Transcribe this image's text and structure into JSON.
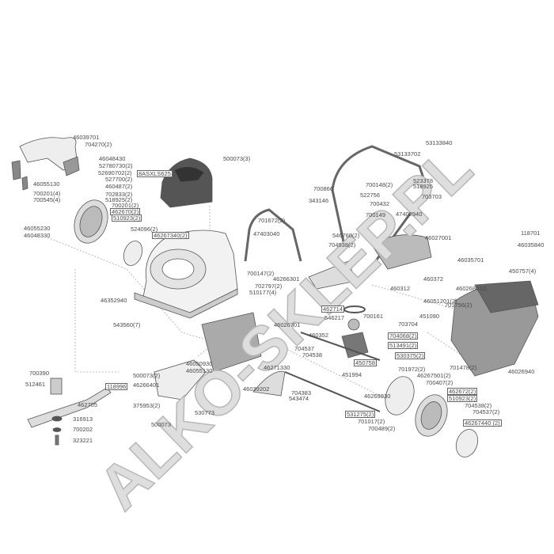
{
  "diagram": {
    "title": "Exploded parts diagram - lawn mower",
    "watermark": "ALKO-SKLEP.PL"
  },
  "labels": {
    "a1": "46039701",
    "a2": "704270(2)",
    "a3": "46048430",
    "a4": "52780730(2)",
    "a5": "52690702(2)",
    "a6": "8ASXLS625",
    "a7": "527700(2)",
    "a8": "460487(2)",
    "a9": "46055130",
    "a10": "700201(4)",
    "a11": "700545(4)",
    "a12": "702833(2)",
    "a13": "518925(2)",
    "a14": "700201(2)",
    "a15": "462670(2)",
    "a16": "510923(2)",
    "a17": "46055230",
    "a18": "46048330",
    "a19": "524096(2)",
    "a20": "46267340(2)",
    "b1": "500073(3)",
    "b2": "701672(2)",
    "b3": "47403040",
    "c1": "53133840",
    "c2": "53133702",
    "c3": "700866",
    "c4": "523378",
    "c5": "518925",
    "c6": "700148(2)",
    "c7": "522756",
    "c8": "703703",
    "c9": "343146",
    "c10": "700432",
    "c11": "700149",
    "c12": "47402940",
    "c13": "546760(2)",
    "c14": "704538(2)",
    "c15": "46027001",
    "c16": "118701",
    "c17": "46035840",
    "d1": "46035701",
    "d2": "450757(4)",
    "d3": "46266301",
    "d4": "460372",
    "d5": "460312",
    "d6": "46051201(2)",
    "d7": "46026801G",
    "d8": "701756(2)",
    "d9": "46352940",
    "d10": "700147(2)",
    "d11": "702797(2)",
    "d12": "510177(4)",
    "d13": "543560(7)",
    "d14": "46026701",
    "e1": "462714",
    "e2": "546217",
    "e3": "700161",
    "e4": "451090",
    "e5": "703704",
    "e6": "460352",
    "e7": "704068(2)",
    "e8": "513491(2)",
    "e9": "530375(2)",
    "e10": "450758",
    "e11": "451994",
    "e12": "704537",
    "e13": "704538",
    "e14": "46271330",
    "e15": "46039202",
    "e16": "704383",
    "e17": "543474",
    "e18": "46269830",
    "e19": "531275(2)",
    "e20": "701017(2)",
    "e21": "700489(2)",
    "f1": "701972(2)",
    "f2": "46267501(2)",
    "f3": "700407(2)",
    "f4": "462672(2)",
    "f5": "510923(2)",
    "f6": "704538(2)",
    "f7": "704537(2)",
    "f8": "46267440 (2)",
    "f9": "701478(2)",
    "f10": "46026940",
    "g1": "700390",
    "g2": "512461",
    "g3": "118996",
    "g4": "462705",
    "g5": "316913",
    "g6": "700202",
    "g7": "323221",
    "g8": "500073(2)",
    "g9": "46266401",
    "g10": "375953(2)",
    "g11": "530773",
    "g12": "500073",
    "g13": "46050930",
    "g14": "46055130"
  }
}
